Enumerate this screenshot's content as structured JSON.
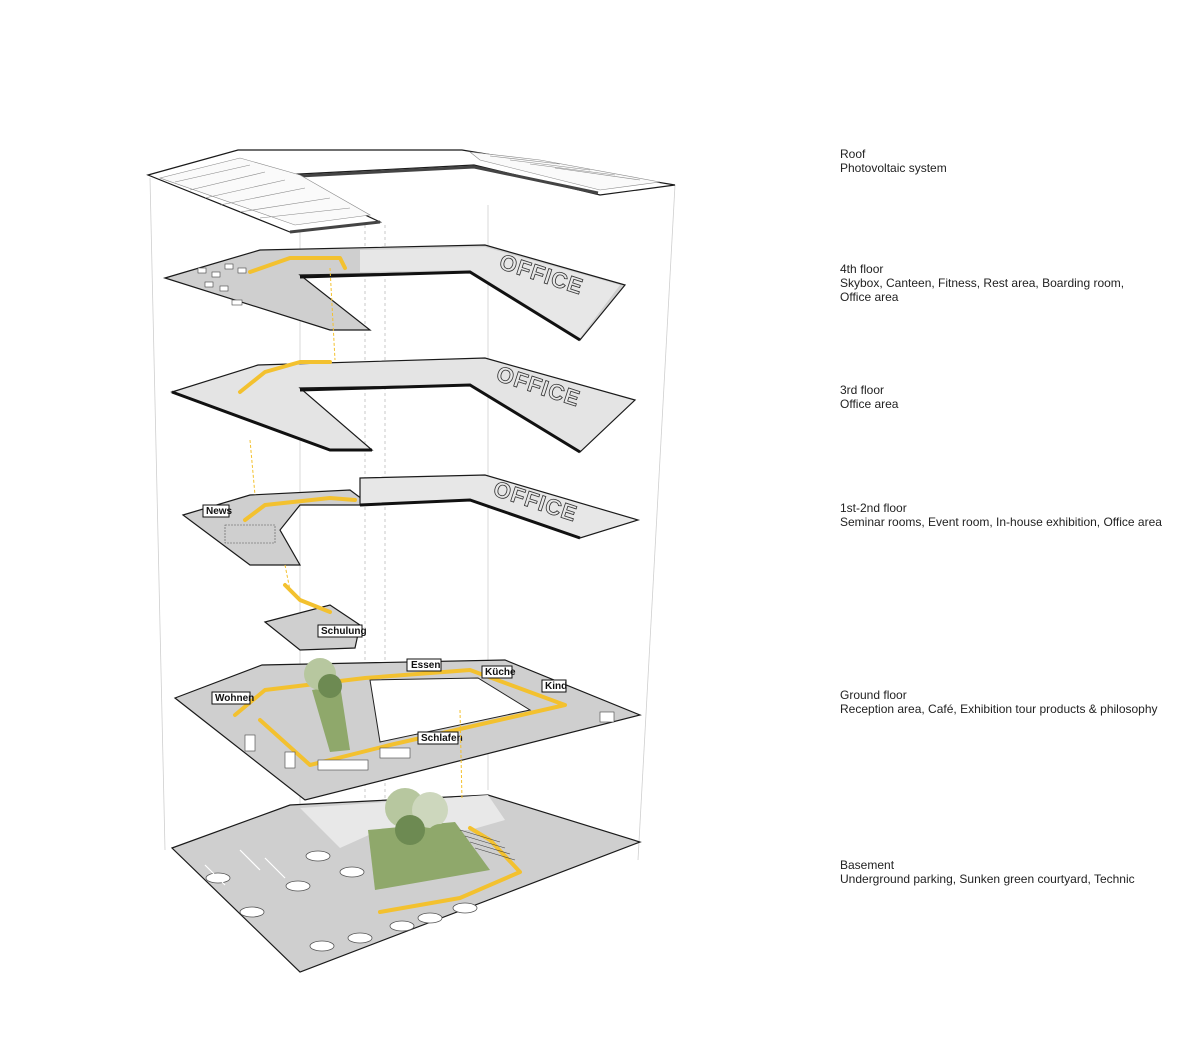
{
  "floors": [
    {
      "title": "Roof",
      "desc": [
        "Photovoltaic system"
      ]
    },
    {
      "title": "4th floor",
      "desc": [
        "Skybox, Canteen, Fitness, Rest area, Boarding room,",
        "Office area"
      ]
    },
    {
      "title": "3rd floor",
      "desc": [
        "Office area"
      ]
    },
    {
      "title": "1st-2nd floor",
      "desc": [
        "Seminar rooms, Event room, In-house exhibition, Office area"
      ]
    },
    {
      "title": "Ground floor",
      "desc": [
        "Reception area, Café, Exhibition tour products & philosophy"
      ]
    },
    {
      "title": "Basement",
      "desc": [
        "Underground parking, Sunken green courtyard, Technic"
      ]
    }
  ],
  "labels": {
    "office": "OFFICE",
    "news": "News",
    "schulung": "Schulung",
    "wohnen": "Wohnen",
    "essen": "Essen",
    "kueche": "Küche",
    "kind": "Kind",
    "schlafen": "Schlafen"
  },
  "colors": {
    "slab": "#c9c9c9",
    "slab_light": "#e6e6e6",
    "circulation": "#f3c12f",
    "greenery": "#8fa86b"
  }
}
